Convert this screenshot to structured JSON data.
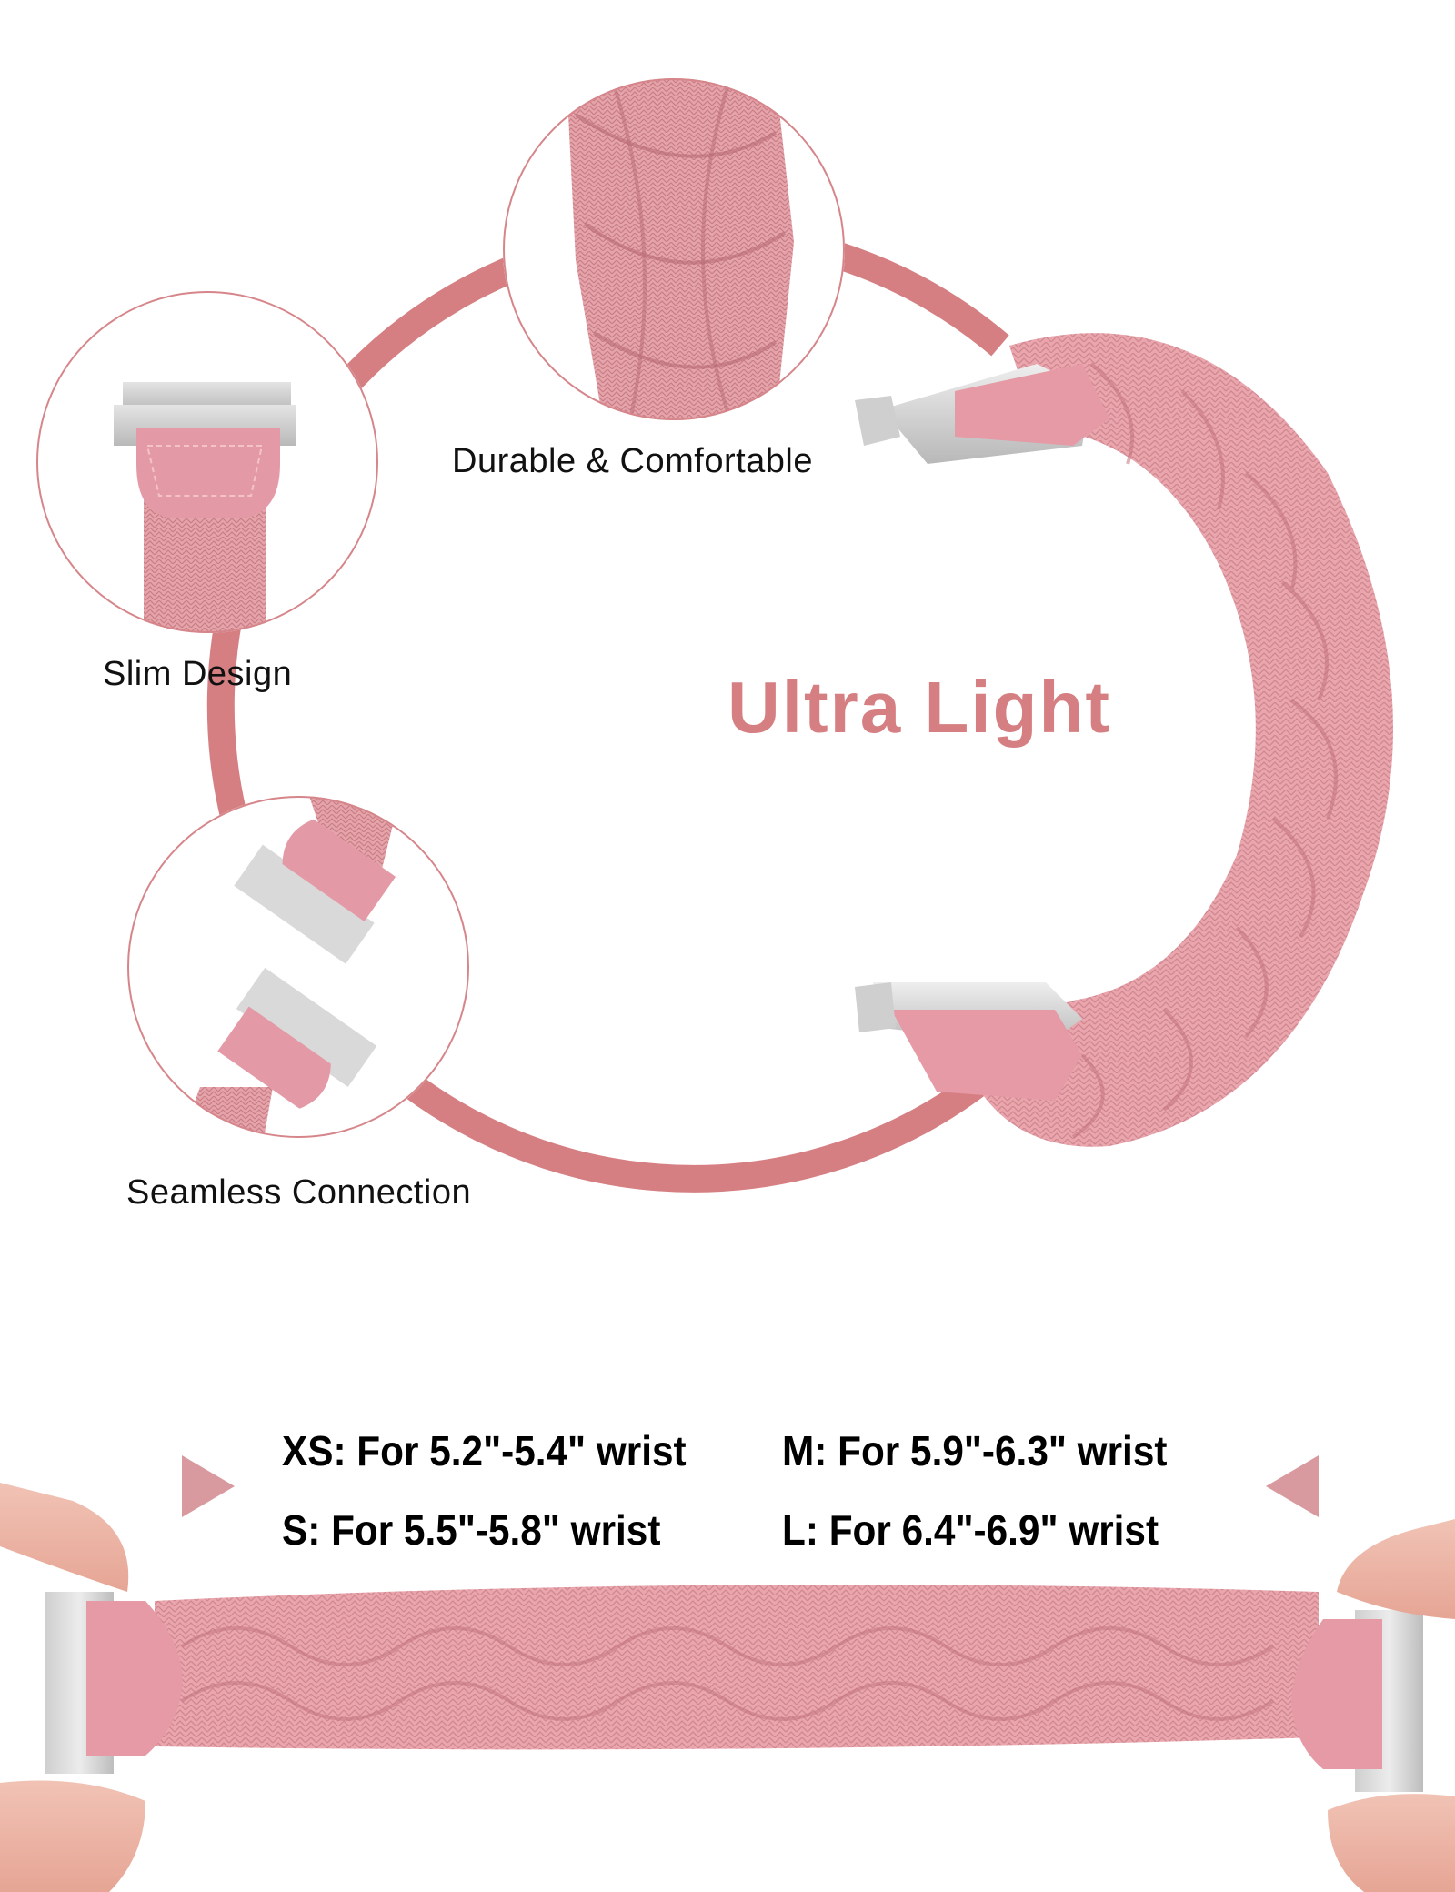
{
  "product": {
    "headline": "Ultra Light",
    "accent_color": "#d67f82",
    "triangle_color": "#d89a9e",
    "band_color": "#e9a2a8"
  },
  "features": [
    {
      "label": "Durable & Comfortable",
      "icon": "braid-closeup"
    },
    {
      "label": "Slim Design",
      "icon": "lug-closeup"
    },
    {
      "label": "Seamless Connection",
      "icon": "connector-closeup"
    }
  ],
  "sizes": [
    {
      "label": "XS: For 5.2\"-5.4\" wrist"
    },
    {
      "label": "M: For 5.9\"-6.3\" wrist"
    },
    {
      "label": "S: For 5.5\"-5.8\" wrist"
    },
    {
      "label": "L: For 6.4\"-6.9\" wrist"
    }
  ]
}
